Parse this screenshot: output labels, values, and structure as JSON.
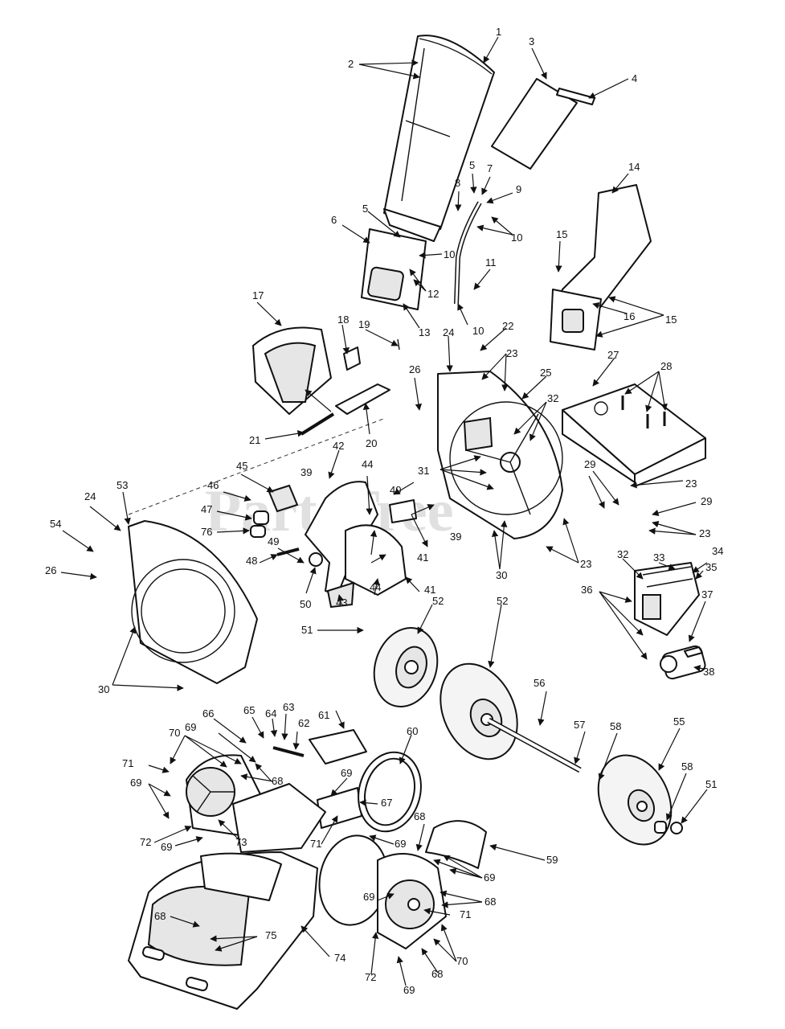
{
  "watermark": "PartsTree",
  "callouts": [
    "1",
    "2",
    "3",
    "4",
    "5",
    "5",
    "6",
    "7",
    "8",
    "9",
    "10",
    "10",
    "10",
    "10",
    "11",
    "12",
    "12",
    "13",
    "14",
    "15",
    "15",
    "16",
    "17",
    "18",
    "19",
    "20",
    "21",
    "22",
    "23",
    "23",
    "23",
    "23",
    "23",
    "24",
    "24",
    "25",
    "26",
    "26",
    "27",
    "28",
    "29",
    "29",
    "30",
    "30",
    "31",
    "32",
    "32",
    "33",
    "34",
    "35",
    "36",
    "37",
    "38",
    "39",
    "39",
    "40",
    "41",
    "41",
    "42",
    "43",
    "44",
    "44",
    "45",
    "46",
    "47",
    "48",
    "49",
    "50",
    "51",
    "51",
    "52",
    "52",
    "53",
    "54",
    "55",
    "56",
    "57",
    "58",
    "58",
    "59",
    "60",
    "61",
    "62",
    "63",
    "64",
    "65",
    "66",
    "67",
    "68",
    "68",
    "68",
    "68",
    "68",
    "69",
    "69",
    "69",
    "69",
    "69",
    "69",
    "69",
    "69",
    "69",
    "70",
    "70",
    "71",
    "71",
    "71",
    "72",
    "72",
    "73",
    "74",
    "75",
    "76"
  ]
}
